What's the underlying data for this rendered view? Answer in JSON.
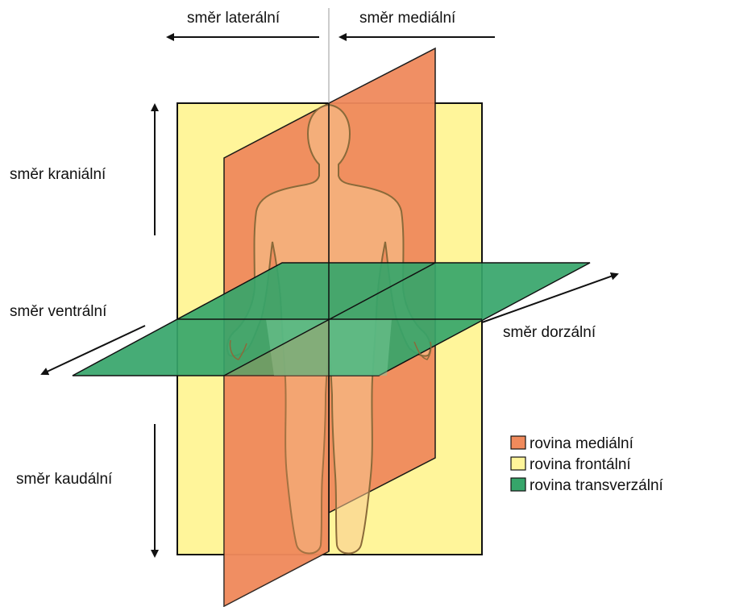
{
  "directions": {
    "lateral": "směr laterální",
    "medial": "směr mediální",
    "cranial": "směr kraniální",
    "ventral": "směr ventrální",
    "dorsal": "směr dorzální",
    "caudal": "směr kaudální"
  },
  "legend": [
    {
      "label": "rovina mediální",
      "color": "#f08a5c"
    },
    {
      "label": "rovina frontální",
      "color": "#fff59a"
    },
    {
      "label": "rovina transverzální",
      "color": "#36a56a"
    }
  ],
  "colors": {
    "frontal_plane": "#fff59a",
    "medial_plane": "#f08a5c",
    "transverse_plane": "#36a56a",
    "body_fill": "#f7c98f",
    "outline": "#111111",
    "arrow": "#111111"
  }
}
